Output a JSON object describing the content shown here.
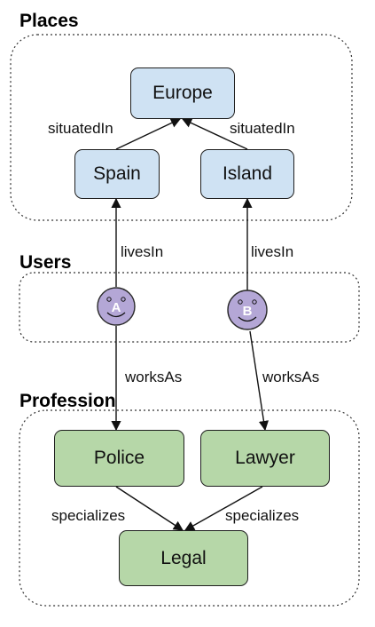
{
  "sections": {
    "places": "Places",
    "users": "Users",
    "profession": "Profession"
  },
  "nodes": {
    "europe": "Europe",
    "spain": "Spain",
    "island": "Island",
    "police": "Police",
    "lawyer": "Lawyer",
    "legal": "Legal"
  },
  "users": {
    "a": "A",
    "b": "B"
  },
  "edges": {
    "spain_europe": "situatedIn",
    "island_europe": "situatedIn",
    "a_spain": "livesIn",
    "b_island": "livesIn",
    "a_police": "worksAs",
    "b_lawyer": "worksAs",
    "police_legal": "specializes",
    "lawyer_legal": "specializes"
  },
  "colors": {
    "place_fill": "#cfe2f3",
    "profession_fill": "#b6d7a8",
    "user_fill": "#b4a7d6"
  }
}
